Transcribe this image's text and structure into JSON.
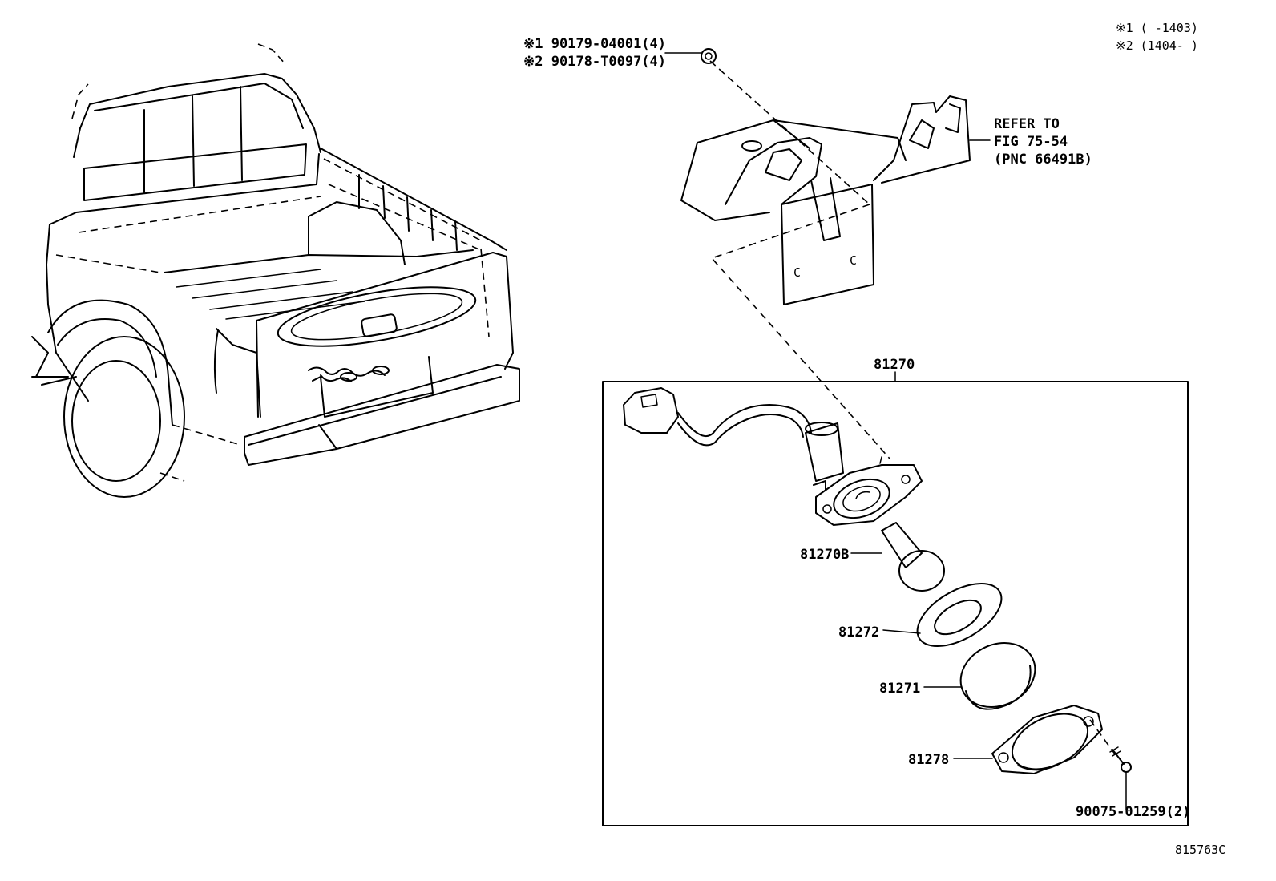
{
  "notes": {
    "note1": "※1 (      -1403)",
    "note2": "※2 (1404-       )"
  },
  "fastener": {
    "line1": "※1 90179-04001(4)",
    "line2": "※2 90178-T0097(4)"
  },
  "refer": {
    "line1": "REFER TO",
    "line2": "FIG 75-54",
    "line3": "(PNC 66491B)"
  },
  "parts": {
    "assembly": "81270",
    "bulb": "81270B",
    "gasket": "81272",
    "lens": "81271",
    "cover": "81278",
    "screw": "90075-01259(2)"
  },
  "figure_id": "815763C"
}
